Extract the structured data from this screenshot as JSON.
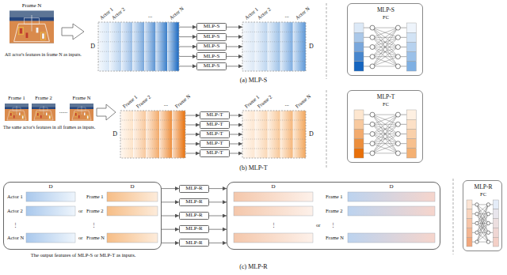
{
  "diagram": {
    "nodes": [
      {
        "text": [
          "Actor 1",
          "Actor 2",
          "...",
          "Actor N",
          "D"
        ]
      },
      {
        "text": [
          "MLP-S"
        ]
      },
      {
        "text": [
          "MLP-S"
        ]
      },
      {
        "text": [
          "MLP-S"
        ]
      },
      {
        "text": [
          "MLP-S"
        ]
      },
      {
        "text": [
          "MLP-S"
        ]
      },
      {
        "text": [
          "Actor 1",
          "Actor 2",
          "...",
          "Actor N",
          "D"
        ]
      },
      {
        "text": [
          "MLP-S",
          "FC"
        ]
      },
      {
        "text": [
          "Frame 1",
          "Frame 2",
          "...",
          "Frame N",
          "D"
        ]
      },
      {
        "text": [
          "MLP-T"
        ]
      },
      {
        "text": [
          "MLP-T"
        ]
      },
      {
        "text": [
          "MLP-T"
        ]
      },
      {
        "text": [
          "MLP-T"
        ]
      },
      {
        "text": [
          "MLP-T"
        ]
      },
      {
        "text": [
          "Frame 1",
          "Frame 2",
          "...",
          "Frame N",
          "D"
        ]
      },
      {
        "text": [
          "MLP-T",
          "FC"
        ]
      },
      {
        "text": [
          "D",
          "Actor 1",
          "Actor 2",
          "⋮",
          "Actor N",
          "or",
          "D",
          "Frame 1",
          "Frame 2",
          "⋮",
          "Frame N",
          "or",
          "The output features of MLP-S or MLP-T as inputs."
        ]
      },
      {
        "text": [
          "MLP-R"
        ]
      },
      {
        "text": [
          "MLP-R"
        ]
      },
      {
        "text": [
          "MLP-R"
        ]
      },
      {
        "text": [
          "MLP-R"
        ]
      },
      {
        "text": [
          "MLP-R"
        ]
      },
      {
        "text": [
          "D",
          "D",
          "Frame 1",
          "Frame 2",
          "⋮",
          "or",
          "⋮",
          "Frame N"
        ]
      },
      {
        "text": [
          "MLP-R",
          "FC"
        ]
      }
    ],
    "edges": [
      {
        "from": 0,
        "to": 1,
        "arrow": "to"
      },
      {
        "from": 0,
        "to": 2,
        "arrow": "to"
      },
      {
        "from": 0,
        "to": 3,
        "arrow": "to"
      },
      {
        "from": 0,
        "to": 4,
        "arrow": "to"
      },
      {
        "from": 0,
        "to": 5,
        "arrow": "to"
      },
      {
        "from": 1,
        "to": 6,
        "arrow": "to"
      },
      {
        "from": 2,
        "to": 6,
        "arrow": "to"
      },
      {
        "from": 3,
        "to": 6,
        "arrow": "to"
      },
      {
        "from": 4,
        "to": 6,
        "arrow": "to"
      },
      {
        "from": 5,
        "to": 6,
        "arrow": "to"
      },
      {
        "from": 8,
        "to": 9,
        "arrow": "to"
      },
      {
        "from": 8,
        "to": 10,
        "arrow": "to"
      },
      {
        "from": 8,
        "to": 11,
        "arrow": "to"
      },
      {
        "from": 8,
        "to": 12,
        "arrow": "to"
      },
      {
        "from": 8,
        "to": 13,
        "arrow": "to"
      },
      {
        "from": 9,
        "to": 14,
        "arrow": "to"
      },
      {
        "from": 10,
        "to": 14,
        "arrow": "to"
      },
      {
        "from": 11,
        "to": 14,
        "arrow": "to"
      },
      {
        "from": 12,
        "to": 14,
        "arrow": "to"
      },
      {
        "from": 13,
        "to": 14,
        "arrow": "to"
      },
      {
        "from": 16,
        "to": 17,
        "arrow": "to"
      },
      {
        "from": 16,
        "to": 18,
        "arrow": "to"
      },
      {
        "from": 16,
        "to": 19,
        "arrow": "to"
      },
      {
        "from": 16,
        "to": 20,
        "arrow": "to"
      },
      {
        "from": 16,
        "to": 21,
        "arrow": "to"
      },
      {
        "from": 17,
        "to": 22,
        "arrow": "to"
      },
      {
        "from": 18,
        "to": 22,
        "arrow": "to"
      },
      {
        "from": 19,
        "to": 22,
        "arrow": "to"
      },
      {
        "from": 20,
        "to": 22,
        "arrow": "to"
      },
      {
        "from": 21,
        "to": 22,
        "arrow": "to"
      }
    ],
    "labels": [
      "Frame N",
      "All actor's features in frame N as inputs.",
      "(a) MLP-S",
      "Frame 1",
      "Frame 2",
      "......",
      "Frame N",
      "The same actor's features in all frames as inputs.",
      "(b) MLP-T",
      "(c) MLP-R"
    ]
  }
}
